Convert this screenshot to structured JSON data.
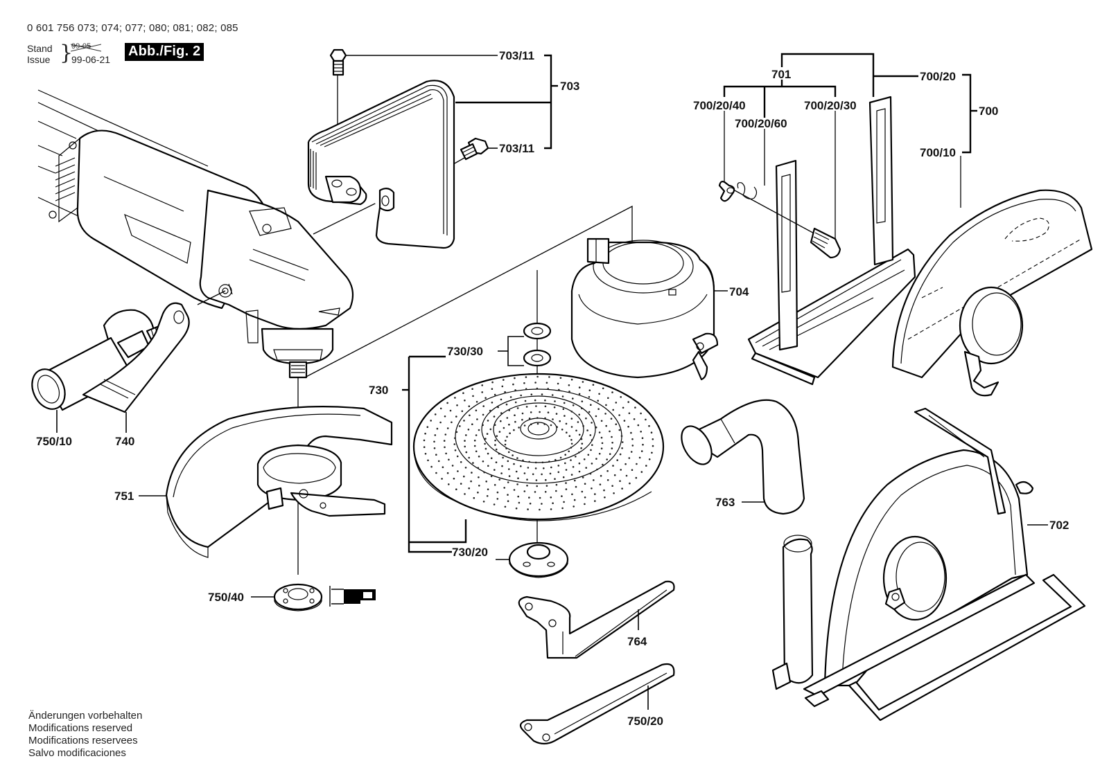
{
  "header": {
    "model_numbers": "0 601 756 073; 074; 077; 080; 081; 082; 085",
    "stand_label": "Stand",
    "issue_label": "Issue",
    "old_date_struck": "99-05",
    "issue_date": "99-06-21",
    "figure_badge": "Abb./Fig. 2"
  },
  "callouts": {
    "p703_11_top": "703/11",
    "p703": "703",
    "p703_11_bottom": "703/11",
    "p701": "701",
    "p700_20_40": "700/20/40",
    "p700_20_60": "700/20/60",
    "p700_20_30": "700/20/30",
    "p700_20": "700/20",
    "p700": "700",
    "p700_10": "700/10",
    "p704": "704",
    "p730_30": "730/30",
    "p730": "730",
    "p730_20": "730/20",
    "p750_10": "750/10",
    "p740": "740",
    "p751": "751",
    "p750_40": "750/40",
    "p763": "763",
    "p702": "702",
    "p764": "764",
    "p750_20": "750/20"
  },
  "footer": {
    "lines": [
      "Änderungen vorbehalten",
      "Modifications reserved",
      "Modifications reservees",
      "Salvo modificaciones"
    ]
  }
}
